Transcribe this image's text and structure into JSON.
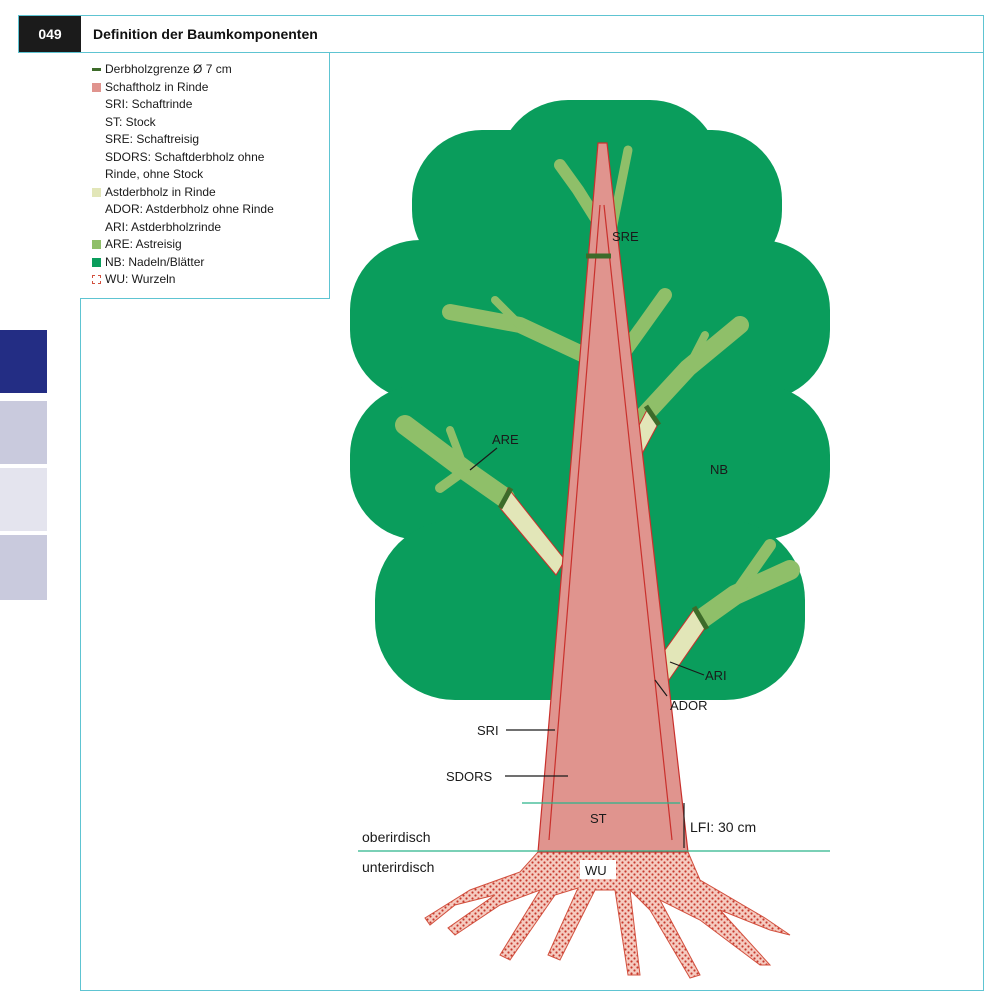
{
  "header": {
    "number": "049",
    "title": "Definition der Baumkomponenten"
  },
  "colors": {
    "crown": "#0a9d5c",
    "branch": "#8fbf69",
    "branch_wood": "#e2e6b8",
    "stem": "#e0948e",
    "stem_outline": "#c9302c",
    "derbholz_line": "#3d6b2a",
    "ground_line": "#2bb58a",
    "root": "#f5cbc0",
    "root_dot": "#c7392d",
    "side_dark": "#232d84",
    "side_mid": "#c9cadd",
    "side_light": "#e4e4ee"
  },
  "legend": {
    "items": [
      {
        "label": "Derbholzgrenze Ø 7 cm",
        "swatch": "line",
        "color": "#3d6b2a"
      },
      {
        "label": "Schaftholz in Rinde",
        "swatch": "box",
        "color": "#e0948e"
      },
      {
        "label": "SRI: Schaftrinde",
        "swatch": "none"
      },
      {
        "label": "ST: Stock",
        "swatch": "none"
      },
      {
        "label": "SRE: Schaftreisig",
        "swatch": "none"
      },
      {
        "label": "SDORS: Schaftderbholz ohne",
        "swatch": "none"
      },
      {
        "label": "Rinde, ohne Stock",
        "swatch": "none"
      },
      {
        "label": "Astderbholz in Rinde",
        "swatch": "box",
        "color": "#e2e6b8"
      },
      {
        "label": "ADOR: Astderbholz ohne Rinde",
        "swatch": "none"
      },
      {
        "label": "ARI: Astderbholzrinde",
        "swatch": "none"
      },
      {
        "label": "ARE: Astreisig",
        "swatch": "box",
        "color": "#8fbf69"
      },
      {
        "label": "NB: Nadeln/Blätter",
        "swatch": "box",
        "color": "#0a9d5c"
      },
      {
        "label": "WU: Wurzeln",
        "swatch": "wu",
        "color": "#c7392d"
      }
    ]
  },
  "labels": {
    "sre": "SRE",
    "are": "ARE",
    "nb": "NB",
    "ari": "ARI",
    "ador": "ADOR",
    "sri": "SRI",
    "sdors": "SDORS",
    "st": "ST",
    "lfi": "LFI: 30 cm",
    "oberirdisch": "oberirdisch",
    "unterirdisch": "unterirdisch",
    "wu": "WU"
  }
}
